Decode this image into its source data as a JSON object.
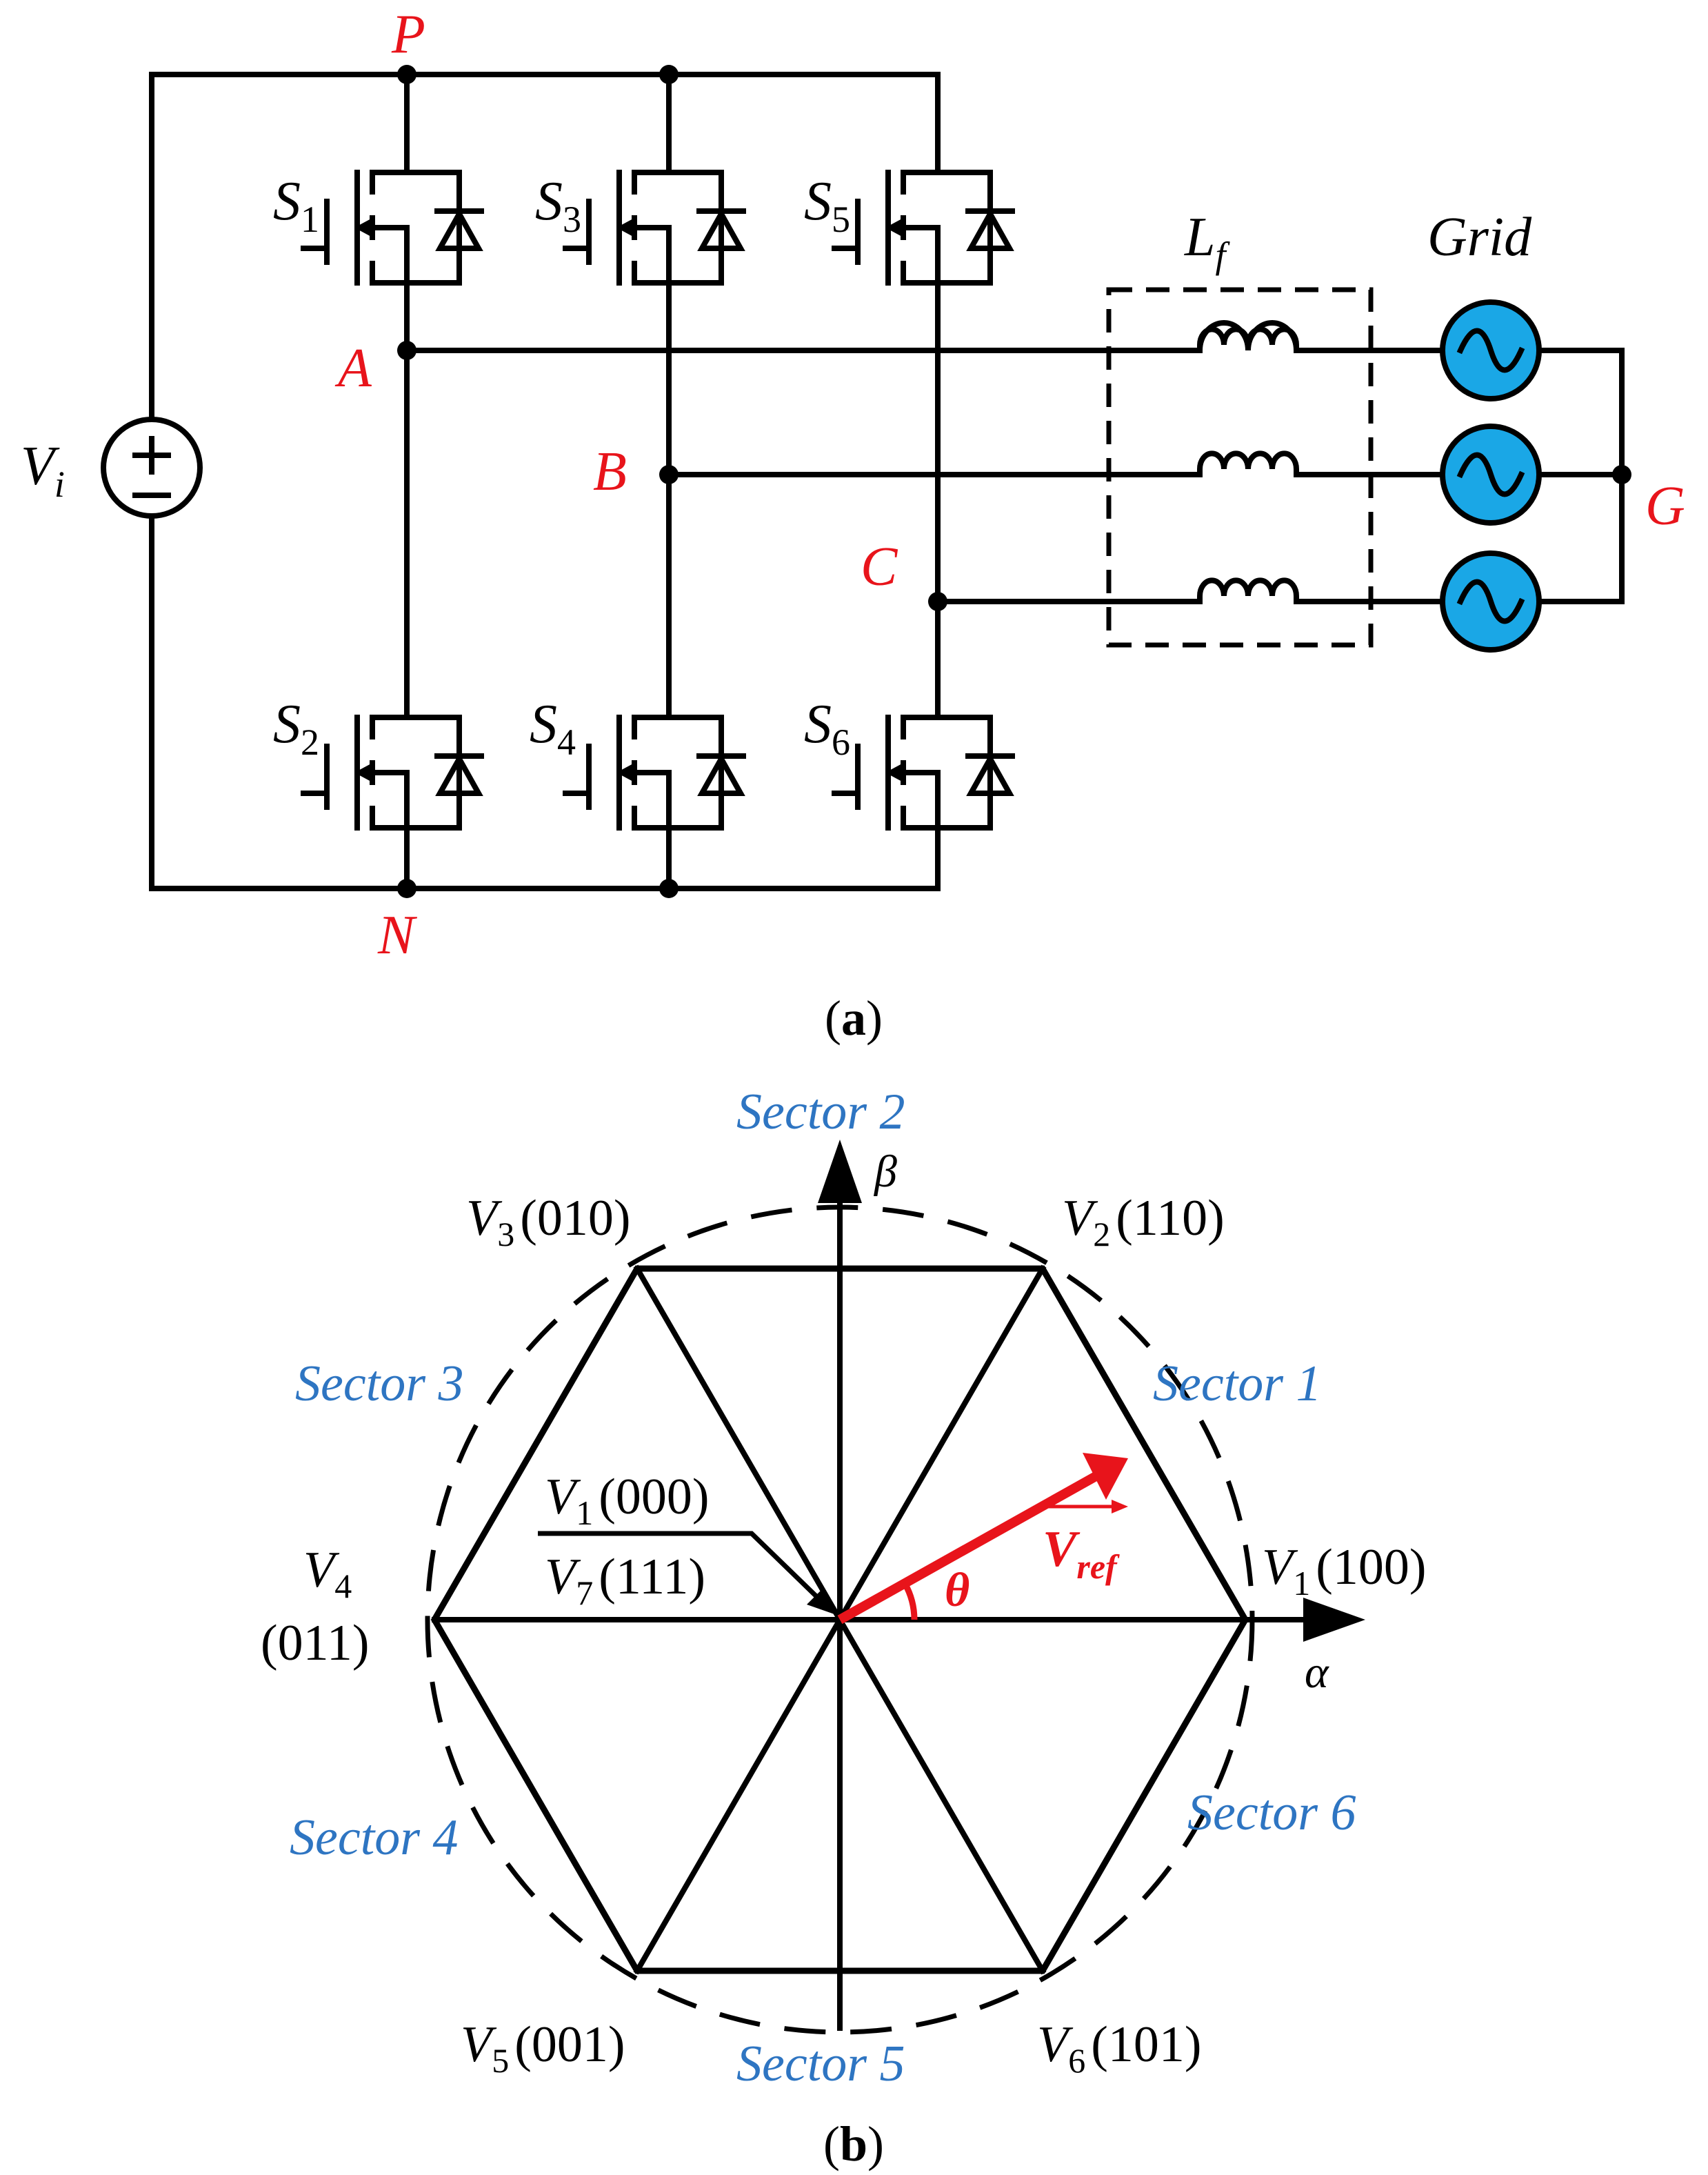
{
  "colors": {
    "wire": "#000000",
    "node_label": "#e8141b",
    "grid_source_fill": "#1aa7e6",
    "sector_label": "#2e75c2",
    "vref": "#e8141b"
  },
  "circuit": {
    "nodes": {
      "P": "P",
      "N": "N",
      "A": "A",
      "B": "B",
      "C": "C",
      "G": "G"
    },
    "dc_source": {
      "symbol": "V",
      "subscript": "i"
    },
    "switches": [
      {
        "symbol": "S",
        "subscript": "1"
      },
      {
        "symbol": "S",
        "subscript": "2"
      },
      {
        "symbol": "S",
        "subscript": "3"
      },
      {
        "symbol": "S",
        "subscript": "4"
      },
      {
        "symbol": "S",
        "subscript": "5"
      },
      {
        "symbol": "S",
        "subscript": "6"
      }
    ],
    "filter": {
      "symbol": "L",
      "subscript": "f"
    },
    "grid_label": "Grid"
  },
  "caption_a": {
    "open": "(",
    "letter": "a",
    "close": ")"
  },
  "caption_b": {
    "open": "(",
    "letter": "b",
    "close": ")"
  },
  "hexagon": {
    "axes": {
      "alpha": "α",
      "beta": "β"
    },
    "sectors": [
      "Sector 1",
      "Sector 2",
      "Sector 3",
      "Sector 4",
      "Sector 5",
      "Sector 6"
    ],
    "vectors": [
      {
        "symbol": "V",
        "subscript": "1",
        "state": "(100)"
      },
      {
        "symbol": "V",
        "subscript": "2",
        "state": "(110)"
      },
      {
        "symbol": "V",
        "subscript": "3",
        "state": "(010)"
      },
      {
        "symbol": "V",
        "subscript": "4",
        "state": "(011)"
      },
      {
        "symbol": "V",
        "subscript": "5",
        "state": "(001)"
      },
      {
        "symbol": "V",
        "subscript": "6",
        "state": "(101)"
      }
    ],
    "zero_vectors": [
      {
        "symbol": "V",
        "subscript": "1",
        "state": "(000)"
      },
      {
        "symbol": "V",
        "subscript": "7",
        "state": "(111)"
      }
    ],
    "reference": {
      "symbol": "V",
      "subscript": "ref",
      "angle": "θ"
    }
  }
}
